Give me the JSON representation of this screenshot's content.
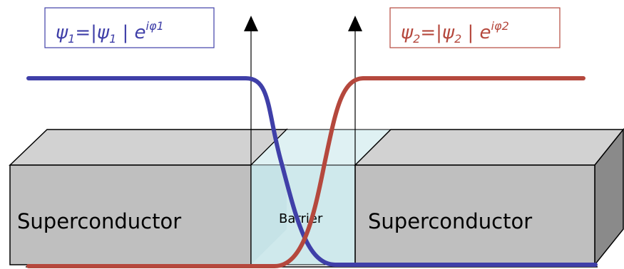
{
  "labels": {
    "left_block": "Superconductor",
    "right_block": "Superconductor",
    "barrier": "Barrier"
  },
  "wavefunctions": {
    "psi1": {
      "symbol": "ψ",
      "sub": "1",
      "mod_prefix": "|",
      "mod_symbol": "ψ",
      "mod_sub": "1",
      "mod_suffix": " |",
      "exp_base": "e",
      "exp_i": "i",
      "exp_phi": "φ",
      "exp_index": "1"
    },
    "psi2": {
      "symbol": "ψ",
      "sub": "2",
      "mod_prefix": "|",
      "mod_symbol": "ψ",
      "mod_sub": "2",
      "mod_suffix": " |",
      "exp_base": "e",
      "exp_i": "i",
      "exp_phi": "φ",
      "exp_index": "2"
    }
  },
  "colors": {
    "psi1": "#3f3fa8",
    "psi2": "#b5483d",
    "block_fill": "#c0c0c0",
    "block_side": "#8a8a8a",
    "barrier_fill": "#cfe9ec",
    "outline": "#000000"
  }
}
